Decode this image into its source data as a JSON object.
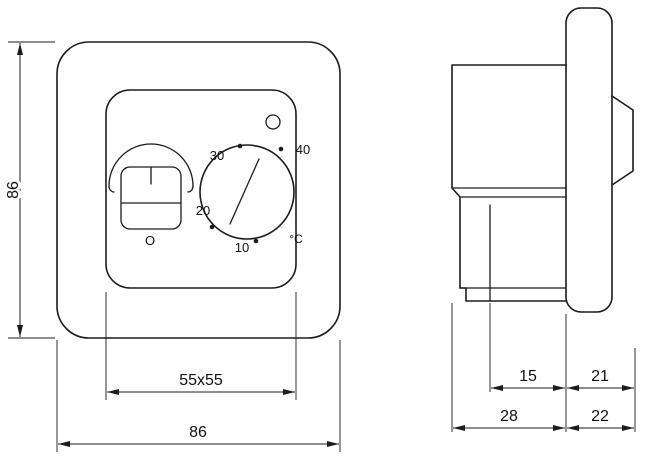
{
  "colors": {
    "line": "#1c1c1c",
    "background": "#ffffff"
  },
  "front": {
    "dim_height": "86",
    "dim_inner": "55x55",
    "dim_width": "86",
    "switch_off_label": "O",
    "dial": {
      "t10": "10",
      "t20": "20",
      "t30": "30",
      "t40": "40",
      "unit": "°C"
    }
  },
  "side": {
    "d15": "15",
    "d21": "21",
    "d28": "28",
    "d22": "22"
  }
}
